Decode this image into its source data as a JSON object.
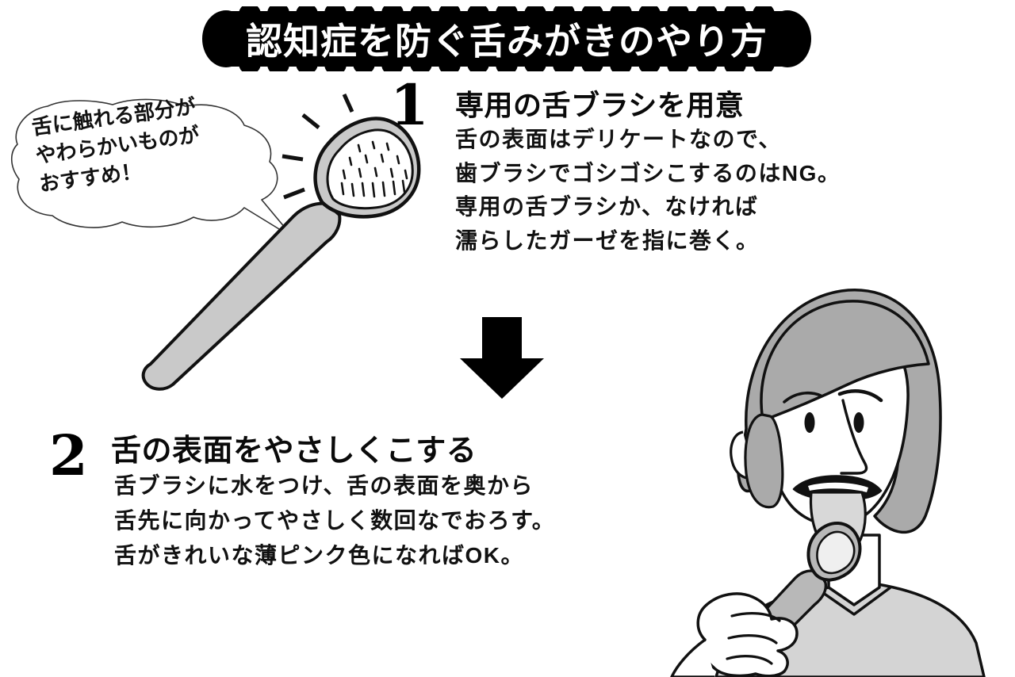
{
  "title": {
    "text": "認知症を防ぐ舌みがきのやり方",
    "banner_color": "#000000",
    "text_color": "#ffffff"
  },
  "speech_bubble": {
    "lines": [
      "舌に触れる部分が",
      "やわらかいものが",
      "おすすめ！"
    ],
    "full_text": "舌に触れる部分がやわらかいものがおすすめ！"
  },
  "steps": [
    {
      "number": "1",
      "heading": "専用の舌ブラシを用意",
      "body_lines": [
        "舌の表面はデリケートなので、",
        "歯ブラシでゴシゴシこするのはNG。",
        "専用の舌ブラシか、なければ",
        "濡らしたガーゼを指に巻く。"
      ]
    },
    {
      "number": "2",
      "heading": "舌の表面をやさしくこする",
      "body_lines": [
        "舌ブラシに水をつけ、舌の表面を奥から",
        "舌先に向かってやさしく数回なでおろす。",
        "舌がきれいな薄ピンク色になればOK。"
      ]
    }
  ],
  "illustrations": {
    "tongue_brush": {
      "label": "tongue-brush",
      "handle_color": "#c9c9c9",
      "outline_color": "#111111",
      "head_rim_color": "#c9c9c9",
      "head_inner_color": "#ffffff",
      "sparkle_count": 5
    },
    "woman": {
      "label": "woman-brushing-tongue",
      "hair_color": "#aaaaaa",
      "skin_color": "#ffffff",
      "shirt_color": "#d4d4d4",
      "tongue_color": "#d8d8d8",
      "outline_color": "#111111"
    },
    "arrow": {
      "label": "down-arrow",
      "color": "#000000"
    }
  }
}
